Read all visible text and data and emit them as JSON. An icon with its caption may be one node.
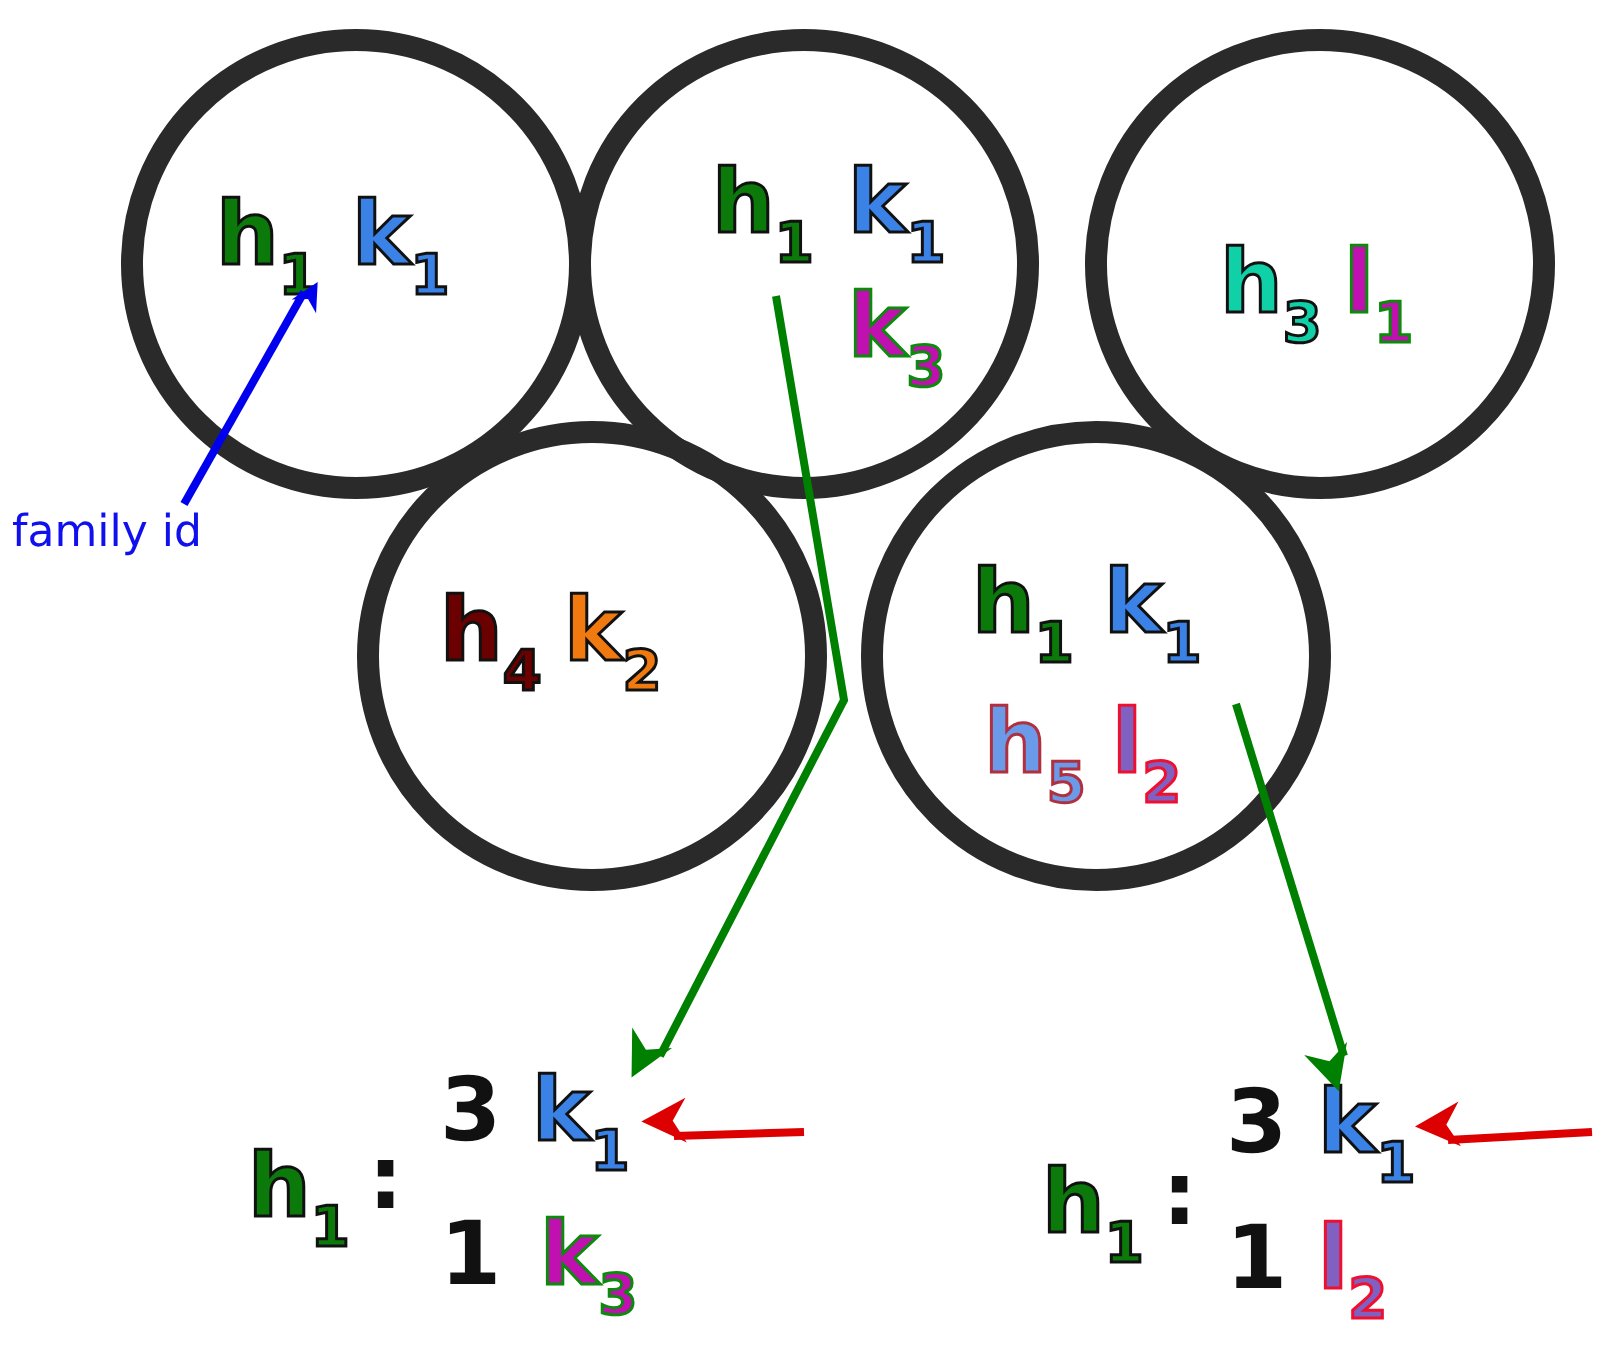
{
  "diagram": {
    "nodes": [
      {
        "text": [
          "h$_{1}$",
          "k$_{1}$"
        ]
      },
      {
        "text": [
          "h$_{1}$",
          "k$_{1}$",
          "k$_{3}$"
        ]
      },
      {
        "text": [
          "h$_{3}$",
          "l$_{1}$"
        ]
      },
      {
        "text": [
          "h$_{4}$",
          "k$_{2}$"
        ]
      },
      {
        "text": [
          "h$_{1}$",
          "k$_{1}$",
          "h$_{5}$",
          "l$_{2}$"
        ]
      },
      {
        "text": [
          "family id"
        ]
      },
      {
        "text": [
          "h$_{1}$",
          ":",
          "3",
          "k$_{1}$",
          "1",
          "k$_{3}$"
        ]
      },
      {
        "text": [
          "h$_{1}$",
          ":",
          "3",
          "k$_{1}$",
          "1",
          "l$_{2}$"
        ]
      }
    ],
    "edges": [
      {
        "from": 5,
        "to": 0,
        "arrow": "to",
        "color": "#0000ee"
      },
      {
        "from": 1,
        "to": 6,
        "arrow": "to",
        "color": "#008000"
      },
      {
        "from": 4,
        "to": 7,
        "arrow": "to",
        "color": "#008000"
      },
      {
        "from": null,
        "to": 6,
        "arrow": "to",
        "color": "#dd0000"
      },
      {
        "from": null,
        "to": 7,
        "arrow": "to",
        "color": "#dd0000"
      }
    ]
  }
}
